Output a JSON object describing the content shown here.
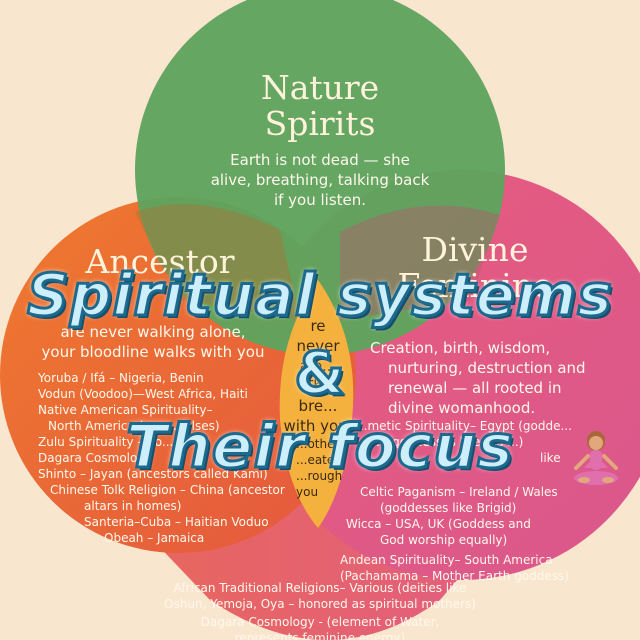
{
  "overlay": {
    "line1": "Spiritual systems",
    "line2": "&",
    "line3": "Their focus"
  },
  "nature": {
    "title_line1": "Nature",
    "title_line2": "Spirits",
    "text_line1": "Earth is not dead — she",
    "text_line2": "alive, breathing, talking back",
    "text_line3": "if you listen."
  },
  "ancestor": {
    "title_line1": "Ancestor",
    "text_line1": "are never walking alone,",
    "text_line2": "your bloodline walks with you",
    "items": [
      "Yoruba / Ifá – Nigeria, Benin",
      "Vodun (Voodoo)—West Africa, Haiti",
      "Native American Spirituality–",
      "North America (c... ...belses)",
      "Zulu Spirituality – So...",
      "Dagara Cosmology",
      "Shinto – Jayan (ancestors called Kami)",
      "Chinese Tolk Religion – China (ancestor",
      "altars in homes)",
      "Santeria–Cuba – Haitian Voduo",
      "Obeah – Jamaica"
    ]
  },
  "divine": {
    "title_line1": "Divine",
    "title_line2": "Feminine",
    "text_line1": "Creation, birth, wisdom,",
    "text_line2": "nurturing, destruction and",
    "text_line3": "renewal — all rooted in",
    "text_line4": "divine womanhood.",
    "items": [
      "...metic Spirituality– Egypt (godde...",
      "...(goddesses like Isis ...)",
      "like",
      "Celtic Paganism – Ireland / Wales",
      "(goddesses like Brigid)",
      "Wicca – USA, UK (Goddess and",
      "God worship equally)",
      "Andean Spirituality– South America",
      "(Pachamama – Mother Earth goddess)"
    ]
  },
  "center": {
    "lines": [
      "re",
      "never",
      "alo...",
      "The",
      "bre...",
      "with you."
    ],
    "lines2": [
      "...other",
      "...eates",
      "...rough",
      "you"
    ]
  },
  "bottom": {
    "line1": "African Traditional Religions– Various (deities like",
    "line2": "Oshun, Yemoja, Oya – honored as spiritual mothers)",
    "line3": "Dagara Cosmology - (element of Water,",
    "line4": "represents feminine energy)"
  },
  "colors": {
    "background": "#f9e6cf",
    "nature_green": "#5fa35e",
    "ancestor_orange": "#ea6b34",
    "divine_pink": "#e05e85",
    "center_yellow": "#f5b13d",
    "overlay_fill": "#cdeefb",
    "overlay_stroke": "#1d6a8f"
  },
  "icons": [
    "meditating-person-icon"
  ]
}
